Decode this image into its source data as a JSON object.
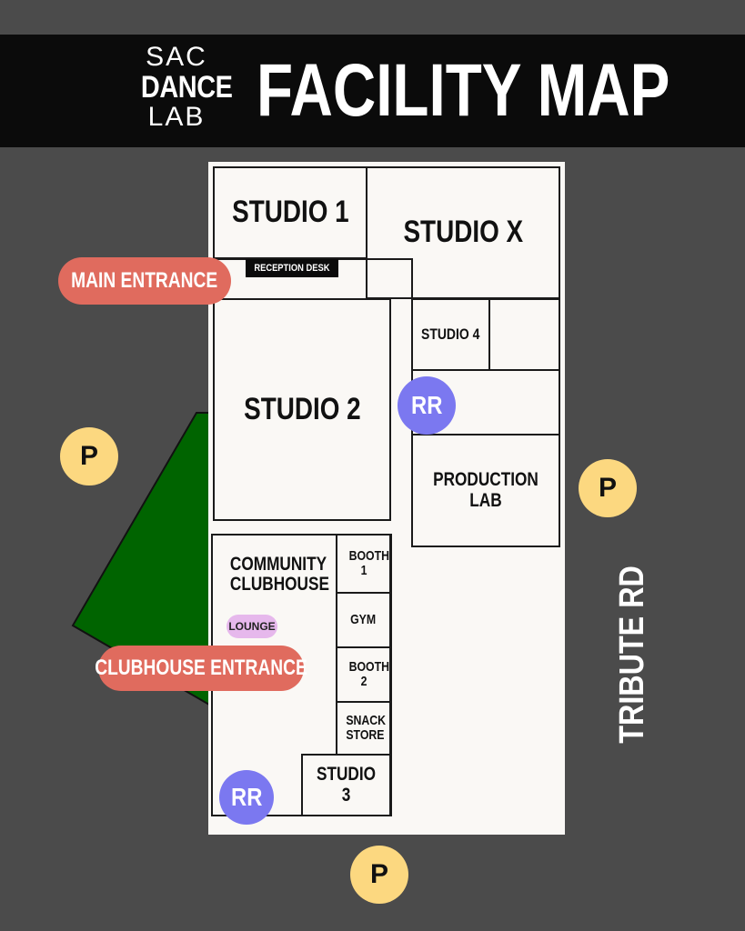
{
  "header": {
    "logo": {
      "line1": "SAC",
      "line2": "DANCE",
      "line3": "LAB"
    },
    "title": "FACILITY MAP"
  },
  "rooms": {
    "studio_1": "STUDIO 1",
    "studio_x": "STUDIO X",
    "reception_desk": "RECEPTION DESK",
    "studio_2": "STUDIO 2",
    "studio_4": "STUDIO 4",
    "production_lab": "PRODUCTION LAB",
    "community_clubhouse": "COMMUNITY CLUBHOUSE",
    "lounge": "LOUNGE",
    "booth_1": "BOOTH 1",
    "gym": "GYM",
    "booth_2": "BOOTH 2",
    "snack_store": "SNACK STORE",
    "studio_3": "STUDIO 3"
  },
  "entrances": {
    "main": "MAIN ENTRANCE",
    "clubhouse": "CLUBHOUSE ENTRANCE"
  },
  "markers": {
    "restroom": "RR",
    "parking": "P"
  },
  "road": "TRIBUTE RD",
  "colors": {
    "background": "#4b4b4b",
    "header": "#0b0b0b",
    "building": "#faf8f5",
    "lawn": "#006400",
    "entrance": "#e06b5e",
    "restroom": "#7b78f0",
    "parking": "#fcd880",
    "lounge": "#e6b8ec"
  }
}
